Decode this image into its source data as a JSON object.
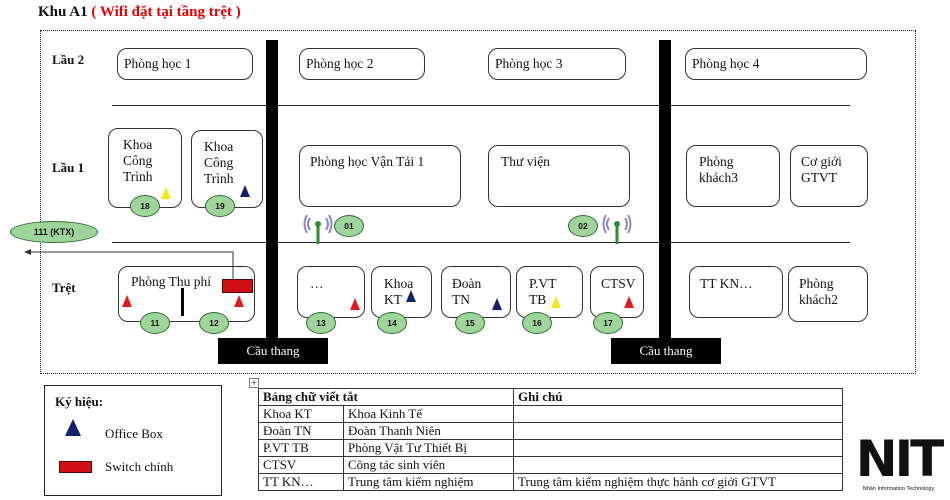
{
  "title": {
    "prefix": "Khu A1 ",
    "highlight": "( Wifi đặt tại tầng trệt )"
  },
  "floors": {
    "f2": "Lầu 2",
    "f1": "Lầu 1",
    "g": "Trệt"
  },
  "rooms": {
    "phong_hoc_1": "Phòng học 1",
    "phong_hoc_2": "Phòng học 2",
    "phong_hoc_3": "Phòng học 3",
    "phong_hoc_4": "Phòng học 4",
    "khoa_ct_a": [
      "Khoa",
      "Công",
      "Trình"
    ],
    "khoa_ct_b": [
      "Khoa",
      "Công",
      "Trình"
    ],
    "phong_hoc_vt1": "Phòng học Vận Tải 1",
    "thu_vien": "Thư viện",
    "phong_khach3": [
      "Phòng",
      "khách3"
    ],
    "co_gioi": [
      "Cơ giới",
      "GTVT"
    ],
    "phong_thu_phi": "Phòng Thu phí",
    "dots": "…",
    "khoa_kt": [
      "Khoa",
      "KT"
    ],
    "doan_tn": [
      "Đoàn",
      "TN"
    ],
    "pvt_tb": [
      "P.VT",
      "TB"
    ],
    "ctsv": "CTSV",
    "tt_kn": "TT KN…",
    "phong_khach2": [
      "Phòng",
      "khách2"
    ]
  },
  "stairs": [
    "Cầu thang",
    "Cầu thang"
  ],
  "access_points": {
    "ap01": "01",
    "ap02": "02",
    "ap11": "11",
    "ap12": "12",
    "ap13": "13",
    "ap14": "14",
    "ap15": "15",
    "ap16": "16",
    "ap17": "17",
    "ap18": "18",
    "ap19": "19",
    "ktx": "111 (KTX)"
  },
  "legend": {
    "title": "Ký hiệu:",
    "office_box": "Office Box",
    "switch": "Switch chính"
  },
  "abbr_table": {
    "headers": [
      "Bảng chữ viết tắt",
      "",
      "Ghi chú"
    ],
    "rows": [
      [
        "Khoa KT",
        "Khoa Kinh Tế",
        ""
      ],
      [
        "Đoàn TN",
        "Đoàn Thanh Niên",
        ""
      ],
      [
        "P.VT TB",
        "Phòng Vật Tư Thiết Bị",
        ""
      ],
      [
        "CTSV",
        "Công tác sinh viên",
        ""
      ],
      [
        "TT KN…",
        "Trung tâm kiểm nghiệm",
        "Trung tâm kiểm nghiệm thực hành cơ giới GTVT"
      ]
    ]
  },
  "logo": {
    "text": "NIT",
    "subtitle": "Nhân Information Technology"
  },
  "colors": {
    "title_highlight": "#e00000",
    "access_point": "#9fd59b",
    "switch": "#d10f16",
    "office_box": "#13206b"
  }
}
